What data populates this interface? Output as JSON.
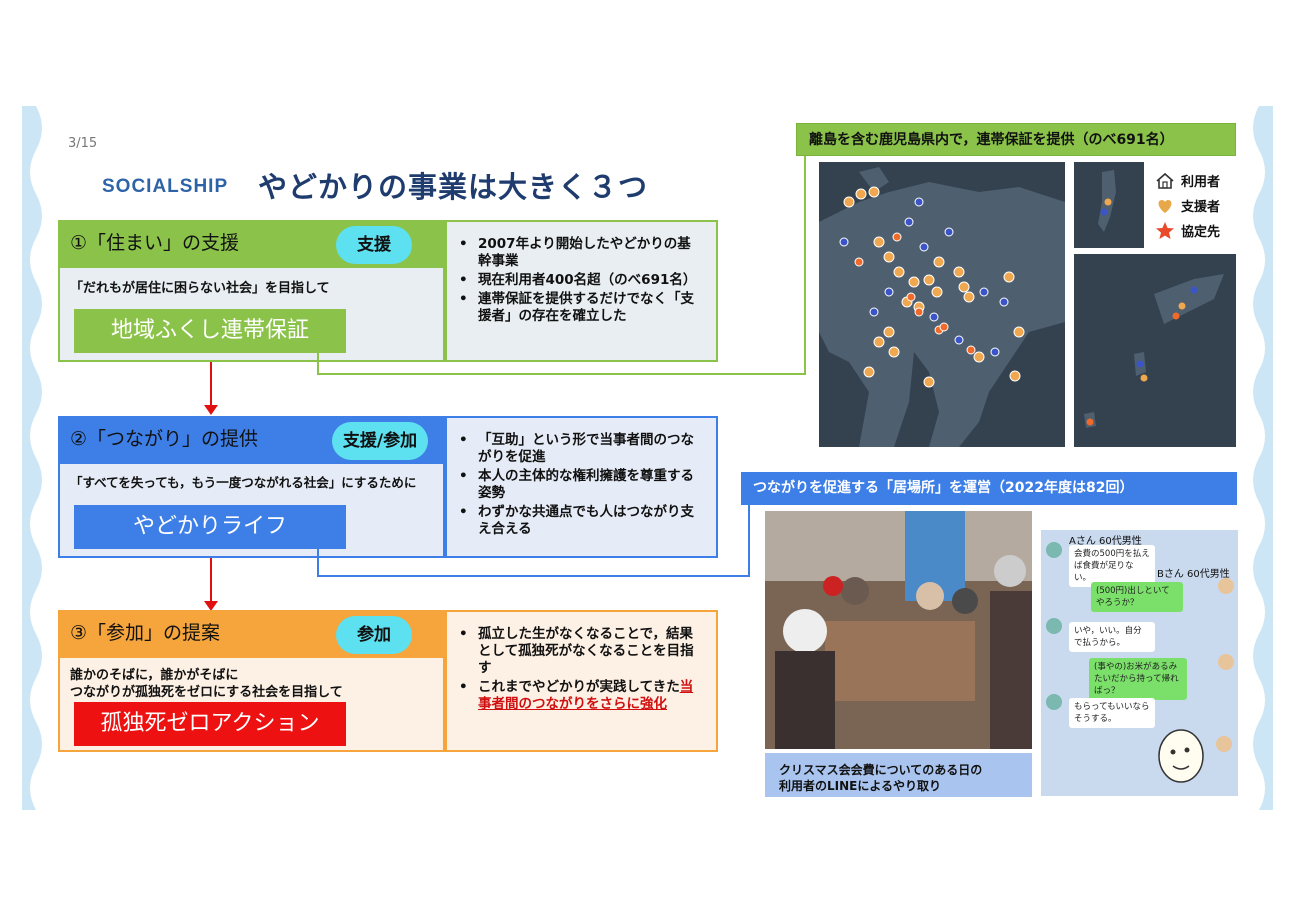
{
  "page": {
    "number": "3/15"
  },
  "logo": {
    "text": "SOCIALSHIP"
  },
  "title": "やどかりの事業は大きく３つ",
  "sections": [
    {
      "heading": "①「住まい」の支援",
      "badge": "支援",
      "subtitle_lines": [
        "「だれもが居住に困らない社会」を目指して"
      ],
      "program": "地域ふくし連帯保証",
      "bullets": [
        "2007年より開始したやどかりの基幹事業",
        "現在利用者400名超（のべ691名）",
        "連帯保証を提供するだけでなく「支援者」の存在を確立した"
      ]
    },
    {
      "heading": "②「つながり」の提供",
      "badge": "支援/参加",
      "subtitle_lines": [
        "「すべてを失っても，もう一度つながれる社会」にするために"
      ],
      "program": "やどかりライフ",
      "bullets": [
        "「互助」という形で当事者間のつながりを促進",
        "本人の主体的な権利擁護を尊重する姿勢",
        "わずかな共通点でも人はつながり支え合える"
      ]
    },
    {
      "heading": "③「参加」の提案",
      "badge": "参加",
      "subtitle_lines": [
        "誰かのそばに，誰かがそばに",
        "つながりが孤独死をゼロにする社会を目指して"
      ],
      "program": "孤独死ゼロアクション",
      "bullets": [
        "孤立した生がなくなることで，結果として孤独死がなくなることを目指す"
      ],
      "bullet_last_plain": "これまでやどかりが実践してきた",
      "bullet_last_highlight": "当事者間のつながりをさらに強化"
    }
  ],
  "map_panel": {
    "banner": "離島を含む鹿児島県内で，連帯保証を提供（のべ691名）",
    "legend": [
      {
        "label": "利用者",
        "icon": "house-icon"
      },
      {
        "label": "支援者",
        "icon": "heart-icon"
      },
      {
        "label": "協定先",
        "icon": "star-icon"
      }
    ]
  },
  "ibasho_panel": {
    "banner": "つながりを促進する「居場所」を運営（2022年度は82回）",
    "photo_caption_lines": [
      "クリスマス会会費についてのある日の",
      "利用者のLINEによるやり取り"
    ]
  },
  "chat": {
    "name_a": "Aさん 60代男性",
    "name_b": "Bさん 60代男性",
    "messages": [
      {
        "side": "left",
        "text": "会費の500円を払えば食費が足りない。"
      },
      {
        "side": "right",
        "text": "(500円)出しといてやろうか？"
      },
      {
        "side": "left",
        "text": "いや，いい。自分で払うから。"
      },
      {
        "side": "right",
        "text": "(事やの)お米があるみたいだから持って帰ればっ？"
      },
      {
        "side": "left",
        "text": "もらってもいいならそうする。"
      }
    ]
  },
  "colors": {
    "green": "#8bc34a",
    "blue": "#3d7fe6",
    "orange": "#f5a53c",
    "red": "#ee1111",
    "cyan_pill": "#5de0ef"
  }
}
